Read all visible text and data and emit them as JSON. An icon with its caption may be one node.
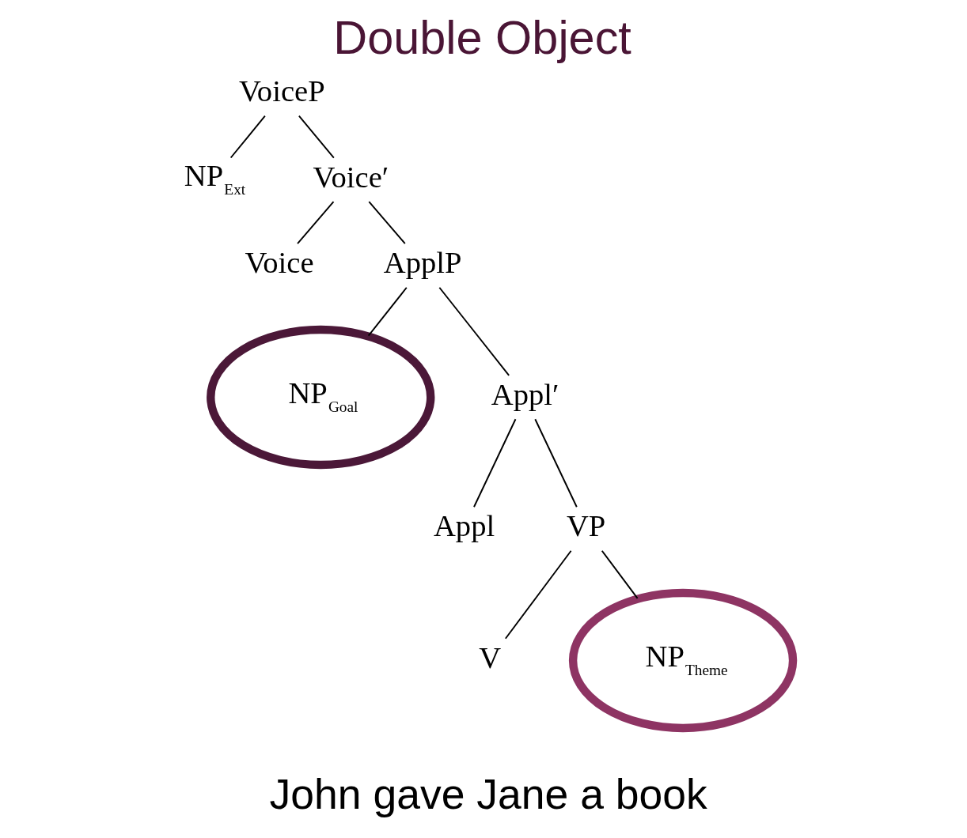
{
  "diagram": {
    "title": "Double Object",
    "caption": "John gave Jane a book",
    "nodes": [
      {
        "text": [
          "VoiceP"
        ]
      },
      {
        "text": [
          "NP$_{Ext}$"
        ]
      },
      {
        "text": [
          "Voice′"
        ]
      },
      {
        "text": [
          "Voice"
        ]
      },
      {
        "text": [
          "ApplP"
        ]
      },
      {
        "text": [
          "NP$_{Goal}$"
        ]
      },
      {
        "text": [
          "Appl′"
        ]
      },
      {
        "text": [
          "Appl"
        ]
      },
      {
        "text": [
          "VP"
        ]
      },
      {
        "text": [
          "V"
        ]
      },
      {
        "text": [
          "NP$_{Theme}$"
        ]
      }
    ],
    "edges": [
      {
        "from": 0,
        "to": 1,
        "arrow": "none"
      },
      {
        "from": 0,
        "to": 2,
        "arrow": "none"
      },
      {
        "from": 2,
        "to": 3,
        "arrow": "none"
      },
      {
        "from": 2,
        "to": 4,
        "arrow": "none"
      },
      {
        "from": 4,
        "to": 5,
        "arrow": "none"
      },
      {
        "from": 4,
        "to": 6,
        "arrow": "none"
      },
      {
        "from": 6,
        "to": 7,
        "arrow": "none"
      },
      {
        "from": 6,
        "to": 8,
        "arrow": "none"
      },
      {
        "from": 8,
        "to": 9,
        "arrow": "none"
      },
      {
        "from": 8,
        "to": 10,
        "arrow": "none"
      }
    ]
  }
}
